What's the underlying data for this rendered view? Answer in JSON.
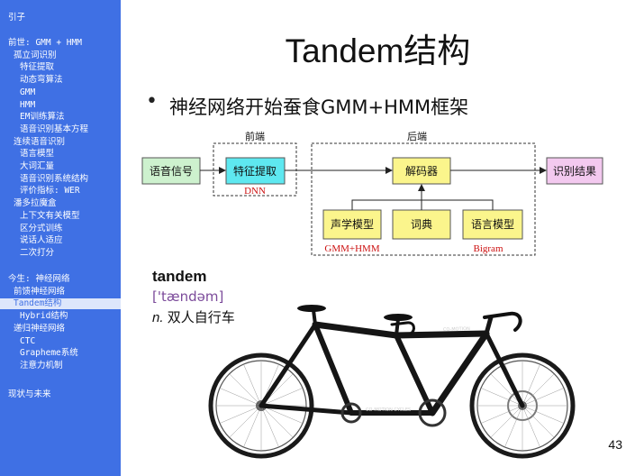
{
  "sidebar": {
    "items": [
      {
        "label": "引子"
      },
      {
        "label": "前世: GMM + HMM"
      },
      {
        "label": "孤立词识别"
      },
      {
        "label": "特征提取"
      },
      {
        "label": "动态弯算法"
      },
      {
        "label": "GMM"
      },
      {
        "label": "HMM"
      },
      {
        "label": "EM训练算法"
      },
      {
        "label": "语音识别基本方程"
      },
      {
        "label": "连续语音识别"
      },
      {
        "label": "语言模型"
      },
      {
        "label": "大词汇量"
      },
      {
        "label": "语音识别系统结构"
      },
      {
        "label": "评价指标: WER"
      },
      {
        "label": "潘多拉魔盒"
      },
      {
        "label": "上下文有关模型"
      },
      {
        "label": "区分式训练"
      },
      {
        "label": "说话人适应"
      },
      {
        "label": "二次打分"
      },
      {
        "label": "今生: 神经网络"
      },
      {
        "label": "前馈神经网络"
      },
      {
        "label": "Tandem结构"
      },
      {
        "label": "Hybrid结构"
      },
      {
        "label": "递归神经网络"
      },
      {
        "label": "CTC"
      },
      {
        "label": "Grapheme系统"
      },
      {
        "label": "注意力机制"
      },
      {
        "label": "现状与未来"
      }
    ],
    "selected": "Tandem结构"
  },
  "slide": {
    "title": "Tandem结构",
    "bullet": "神经网络开始蚕食GMM+HMM框架",
    "diagram": {
      "front_label": "前端",
      "back_label": "后端",
      "input": "语音信号",
      "feature": "特征提取",
      "feature_note": "DNN",
      "decoder": "解码器",
      "acoustic": "声学模型",
      "lexicon": "词典",
      "lm": "语言模型",
      "acoustic_note": "GMM+HMM",
      "lm_note": "Bigram",
      "output": "识别结果"
    },
    "dictionary": {
      "word": "tandem",
      "phonetic": "['tændəm]",
      "pos": "n.",
      "meaning": "双人自行车"
    },
    "bike_text": [
      "CO-MOTION",
      "CO-MOTION CYCLES"
    ],
    "page_number": "43"
  },
  "colors": {
    "sidebar_bg": "#3f70e4",
    "green_box": "#cdf1ce",
    "cyan_box": "#5ee8f0",
    "yellow_box": "#fbf58c",
    "pink_box": "#f3c9ef",
    "note_red": "#cc1111",
    "phonetic": "#7b4a9a"
  }
}
